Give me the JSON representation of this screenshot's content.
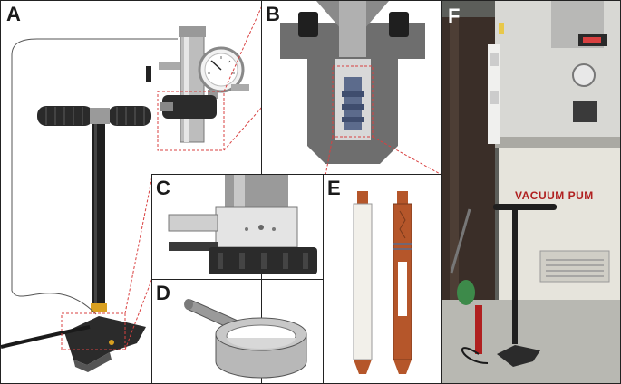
{
  "panels": {
    "a": {
      "label": "A"
    },
    "b": {
      "label": "B"
    },
    "c": {
      "label": "C"
    },
    "d": {
      "label": "D"
    },
    "e": {
      "label": "E"
    },
    "f": {
      "label": "F",
      "sign_text": "VACUUM PUM"
    }
  },
  "colors": {
    "callout": "#d94040",
    "steel": "#9a9a9a",
    "dark": "#2b2b2b",
    "copper": "#b5562a",
    "brass": "#d9a020"
  }
}
